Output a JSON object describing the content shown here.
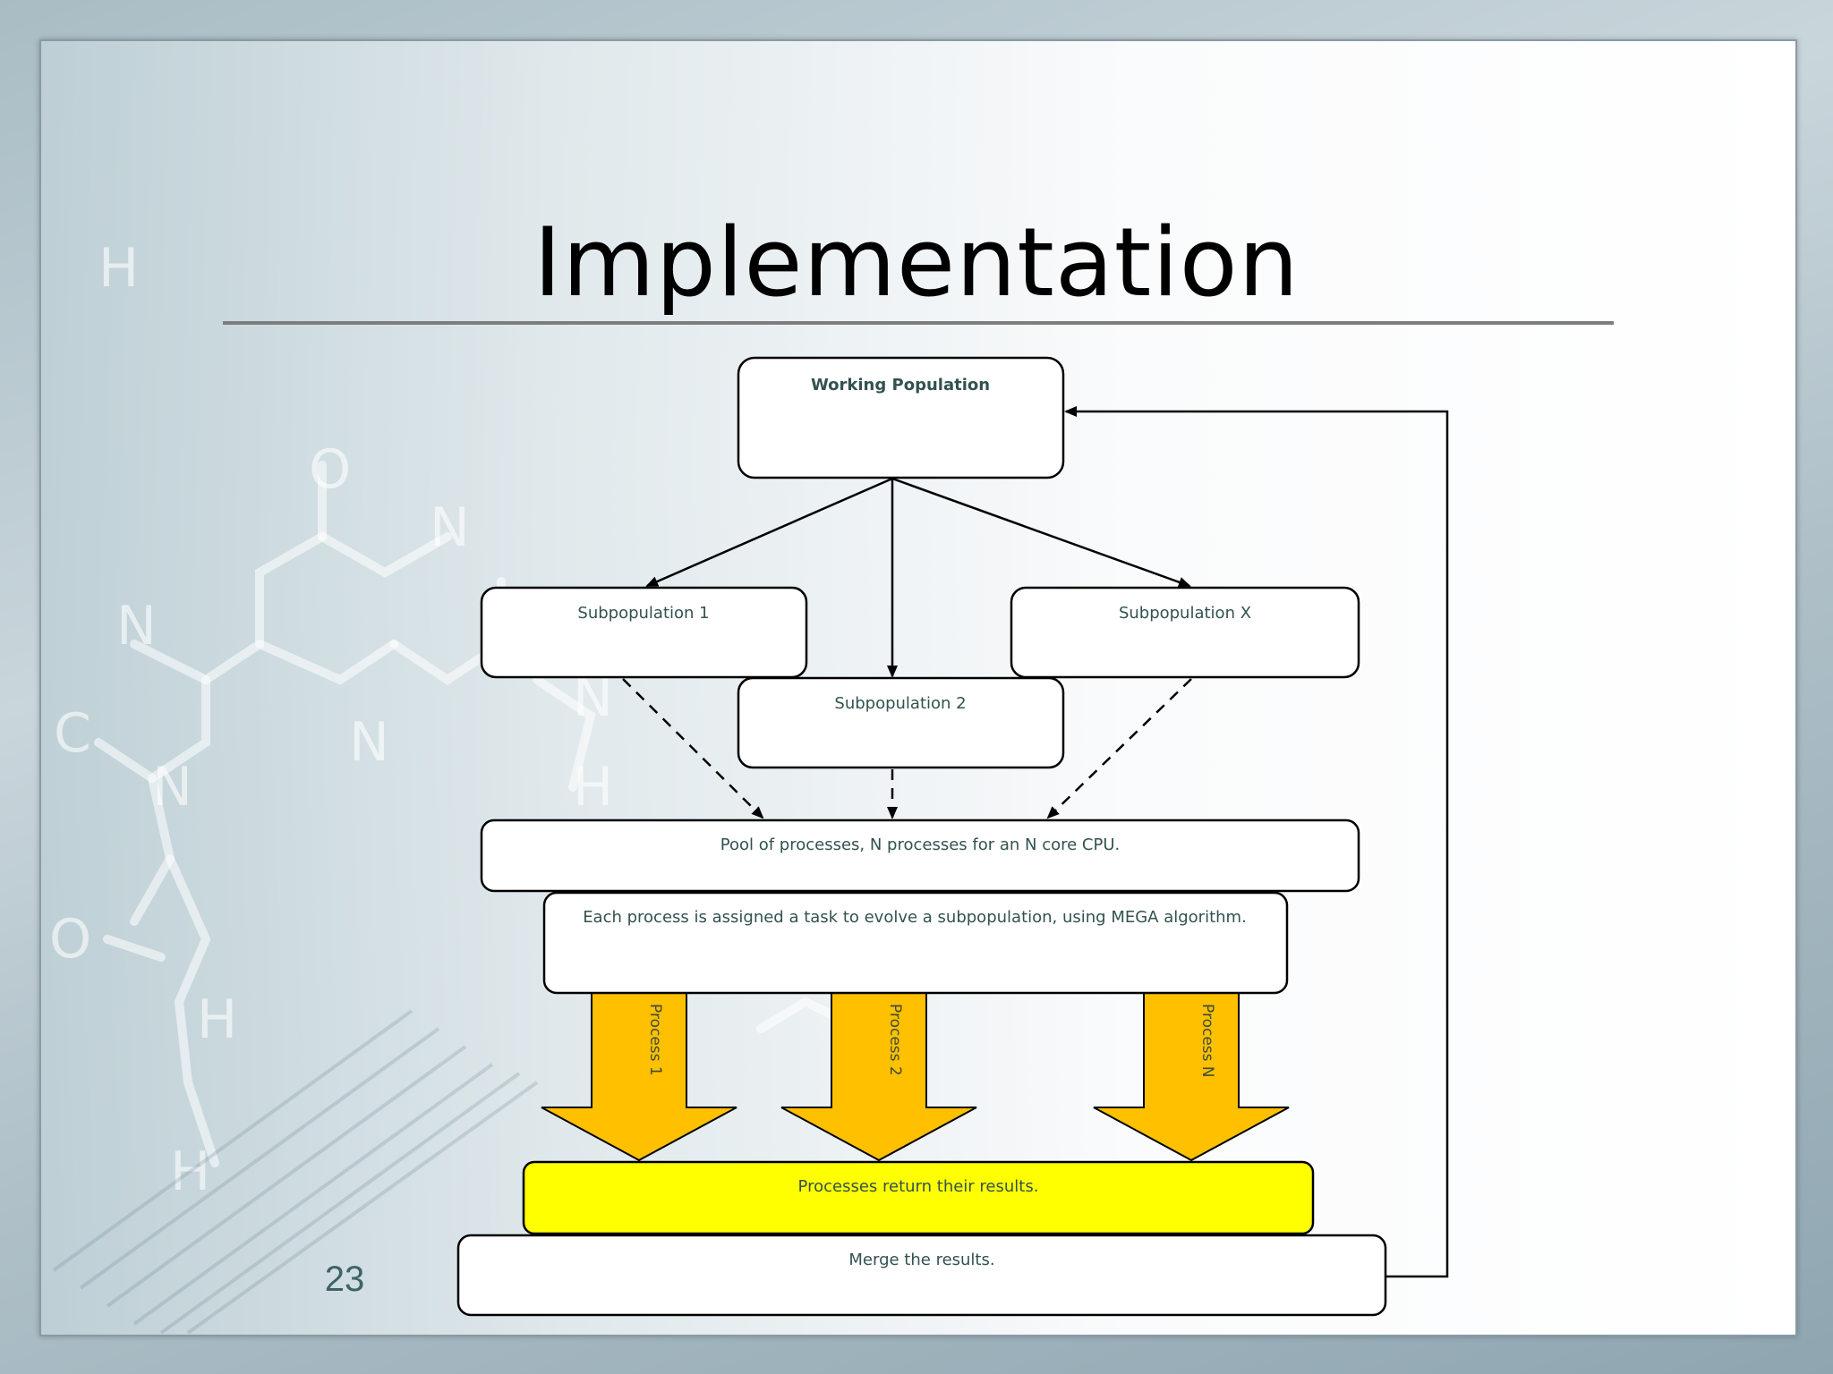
{
  "slide": {
    "title": "Implementation",
    "page_number": "23"
  },
  "diagram": {
    "nodes": {
      "working_population": "Working Population",
      "subpopulation_1": "Subpopulation 1",
      "subpopulation_2": "Subpopulation 2",
      "subpopulation_x": "Subpopulation X",
      "pool": "Pool of processes, N processes for an N core CPU.",
      "assign": "Each process is assigned a task to evolve a subpopulation, using MEGA algorithm.",
      "return": "Processes return their results.",
      "merge": "Merge the results."
    },
    "process_arrows": [
      "Process 1",
      "Process 2",
      "Process N"
    ],
    "colors": {
      "process_arrow": "#ffc000",
      "return_box": "#ffff00",
      "text": "#32524f",
      "outline": "#000000"
    }
  }
}
